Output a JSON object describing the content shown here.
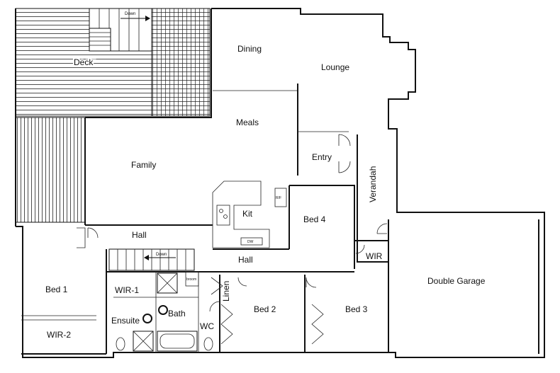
{
  "rooms": {
    "deck": "Deck",
    "dining": "Dining",
    "lounge": "Lounge",
    "meals": "Meals",
    "family": "Family",
    "entry": "Entry",
    "verandah": "Verandah",
    "kit": "Kit",
    "bed4": "Bed 4",
    "hall_upper": "Hall",
    "hall_lower": "Hall",
    "bed1": "Bed 1",
    "wir1": "WIR-1",
    "wir2": "WIR-2",
    "wir": "WIR",
    "ensuite": "Ensuite",
    "bath": "Bath",
    "wc": "WC",
    "linen": "Linen",
    "bed2": "Bed 2",
    "bed3": "Bed 3",
    "double_garage": "Double Garage"
  },
  "stairs": {
    "deck_down": "Down",
    "hall_down": "Down"
  },
  "fixtures": {
    "broom": "broom",
    "rf": "R/F",
    "dw": "DW"
  }
}
